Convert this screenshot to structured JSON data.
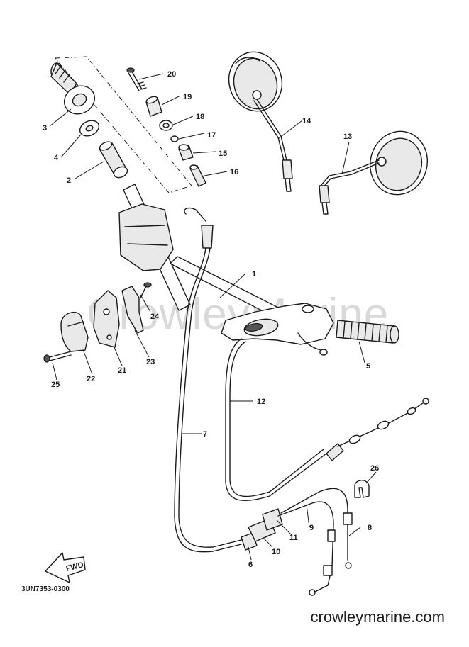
{
  "watermark": "CrowleyMarine",
  "diagram_code": "3UN7353-0300",
  "site_credit": "crowleymarine.com",
  "fwd_label": "FWD",
  "callouts": {
    "c1": "1",
    "c2": "2",
    "c3": "3",
    "c4": "4",
    "c5": "5",
    "c6": "6",
    "c7": "7",
    "c8": "8",
    "c9": "9",
    "c10": "10",
    "c11": "11",
    "c12": "12",
    "c13": "13",
    "c14": "14",
    "c15": "15",
    "c16": "16",
    "c17": "17",
    "c18": "18",
    "c19": "19",
    "c20": "20",
    "c21": "21",
    "c22": "22",
    "c23": "23",
    "c24": "24",
    "c25": "25",
    "c26": "26"
  }
}
